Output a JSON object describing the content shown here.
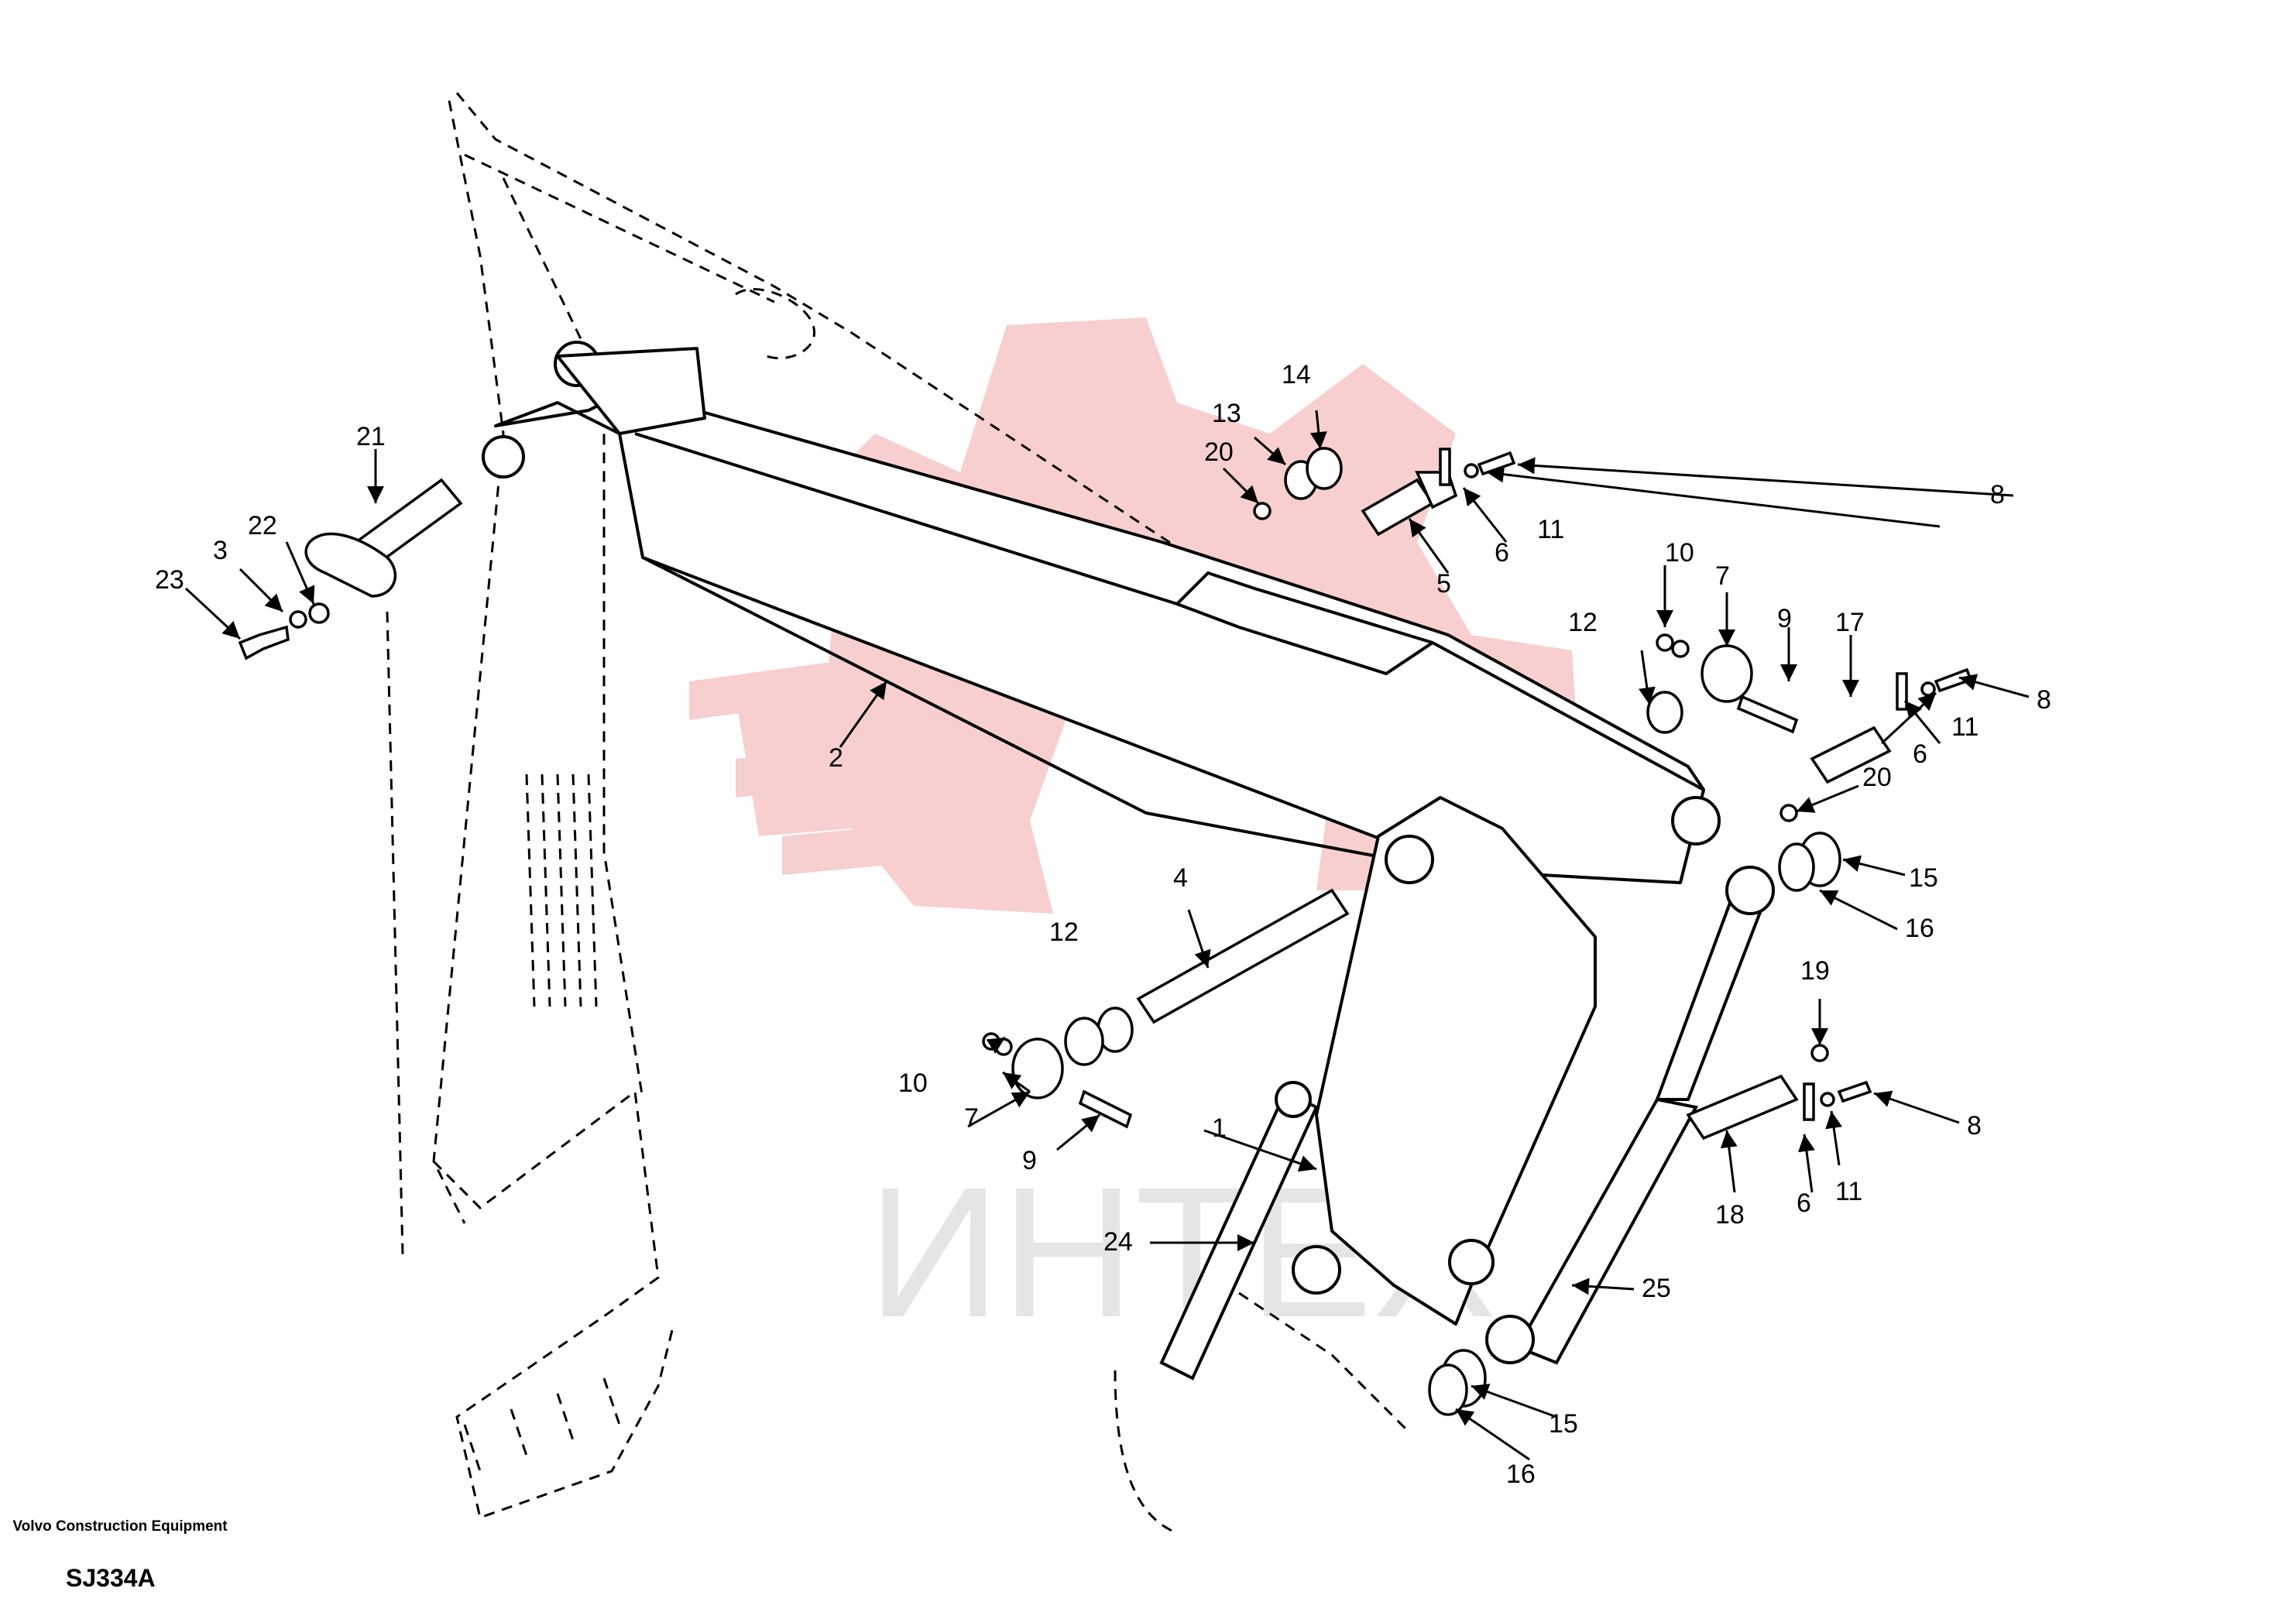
{
  "company": "Volvo Construction Equipment",
  "drawing_code": "SJ334A",
  "watermark": {
    "text": "ИНТЕХ",
    "color": "#f5c8c8",
    "text_color": "#e6e6e6"
  },
  "callouts": [
    "1",
    "2",
    "3",
    "4",
    "5",
    "6",
    "6",
    "6",
    "7",
    "7",
    "8",
    "8",
    "8",
    "9",
    "9",
    "10",
    "10",
    "11",
    "11",
    "11",
    "12",
    "12",
    "13",
    "14",
    "15",
    "15",
    "16",
    "16",
    "17",
    "18",
    "19",
    "20",
    "20",
    "21",
    "22",
    "23",
    "24",
    "25"
  ]
}
